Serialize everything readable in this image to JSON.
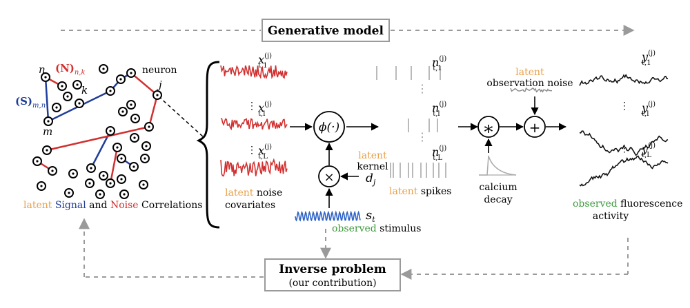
{
  "boxes": {
    "generative_title": "Generative model",
    "inverse_title": "Inverse problem",
    "inverse_subtitle": "(our contribution)"
  },
  "network": {
    "label_n": "n",
    "label_m": "m",
    "label_k": "k",
    "label_j": "j",
    "label_neuron": "neuron",
    "label_N": "(N)",
    "label_N_sub": "n,k",
    "label_S": "(S)",
    "label_S_sub": "m,n",
    "caption_latent": "latent",
    "caption_signal": "Signal",
    "caption_and": "and",
    "caption_noise": "Noise",
    "caption_correlations": "Correlations"
  },
  "covariates": {
    "x1": "x",
    "x1_sup": "(j)",
    "x1_sub": "t,1",
    "xl": "x",
    "xl_sup": "(j)",
    "xl_sub": "t,l",
    "xL": "x",
    "xL_sup": "(j)",
    "xL_sub": "t,L",
    "caption_latent": "latent",
    "caption_rest": "noise",
    "caption_line2": "covariates"
  },
  "nonlinearity": {
    "phi": "ϕ(·)",
    "times": "×",
    "kernel_latent": "latent",
    "kernel_label": "kernel",
    "d": "d",
    "d_sub": "j",
    "stimulus_s": "s",
    "stimulus_sub": "t",
    "stimulus_observed": "observed",
    "stimulus_label": "stimulus"
  },
  "spikes": {
    "n1": "n",
    "n1_sup": "(j)",
    "n1_sub": "t,1",
    "nl": "n",
    "nl_sup": "(j)",
    "nl_sub": "t,l",
    "nL": "n",
    "nL_sup": "(j)",
    "nL_sub": "t,L",
    "caption_latent": "latent",
    "caption_rest": "spikes"
  },
  "calcium": {
    "conv": "∗",
    "plus": "+",
    "label_line1": "calcium",
    "label_line2": "decay",
    "obs_latent": "latent",
    "obs_label": "observation noise"
  },
  "fluorescence": {
    "y1": "y",
    "y1_sup": "(j)",
    "y1_sub": "t,1",
    "yl": "y",
    "yl_sup": "(j)",
    "yl_sub": "t,l",
    "yL": "y",
    "yL_sup": "(j)",
    "yL_sub": "t,L",
    "caption_observed": "observed",
    "caption_rest": "fluorescence",
    "caption_line2": "activity"
  },
  "colors": {
    "latent": "#e8a04a",
    "observed": "#3a9a3a",
    "signal": "#1f3d99",
    "noise": "#d23030",
    "stimulus": "#2e62c7",
    "arrow_gray": "#9a9a9a",
    "spike_gray": "#a8a8a8"
  }
}
